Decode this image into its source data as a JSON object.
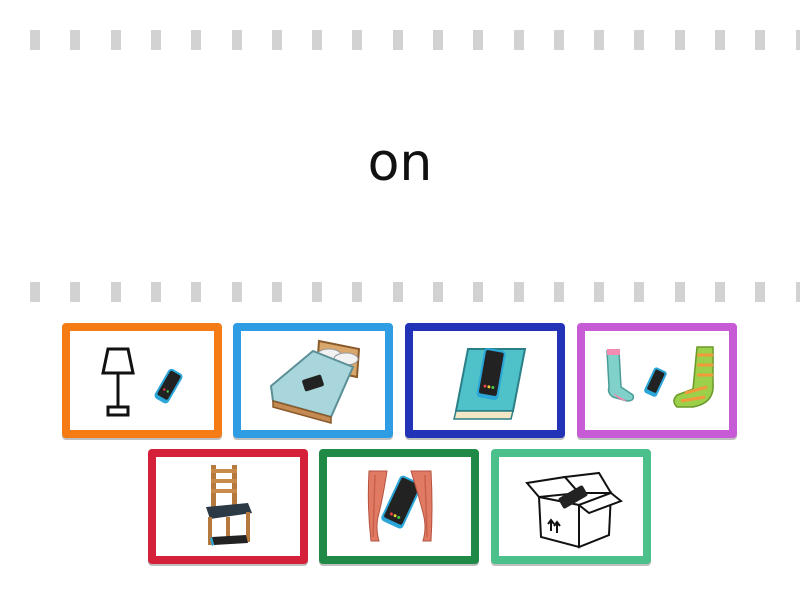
{
  "prompt": {
    "word": "on"
  },
  "colors": {
    "dash": "#d2d2d2",
    "text": "#111111"
  },
  "tiles": [
    {
      "id": "lamp-phone",
      "icon": "lamp-and-phone-image",
      "border": "#f57c14"
    },
    {
      "id": "phone-on-bed",
      "icon": "phone-on-bed-image",
      "border": "#2e9de3"
    },
    {
      "id": "phone-on-book",
      "icon": "phone-on-book-image",
      "border": "#2233b8"
    },
    {
      "id": "phone-between-socks",
      "icon": "phone-between-socks-image",
      "border": "#c75bd6"
    },
    {
      "id": "phone-under-chair",
      "icon": "phone-under-chair-image",
      "border": "#d42038"
    },
    {
      "id": "phone-behind-curtains",
      "icon": "phone-behind-curtains-image",
      "border": "#1f8a45"
    },
    {
      "id": "phone-in-box",
      "icon": "phone-in-box-image",
      "border": "#4cc08a"
    }
  ]
}
